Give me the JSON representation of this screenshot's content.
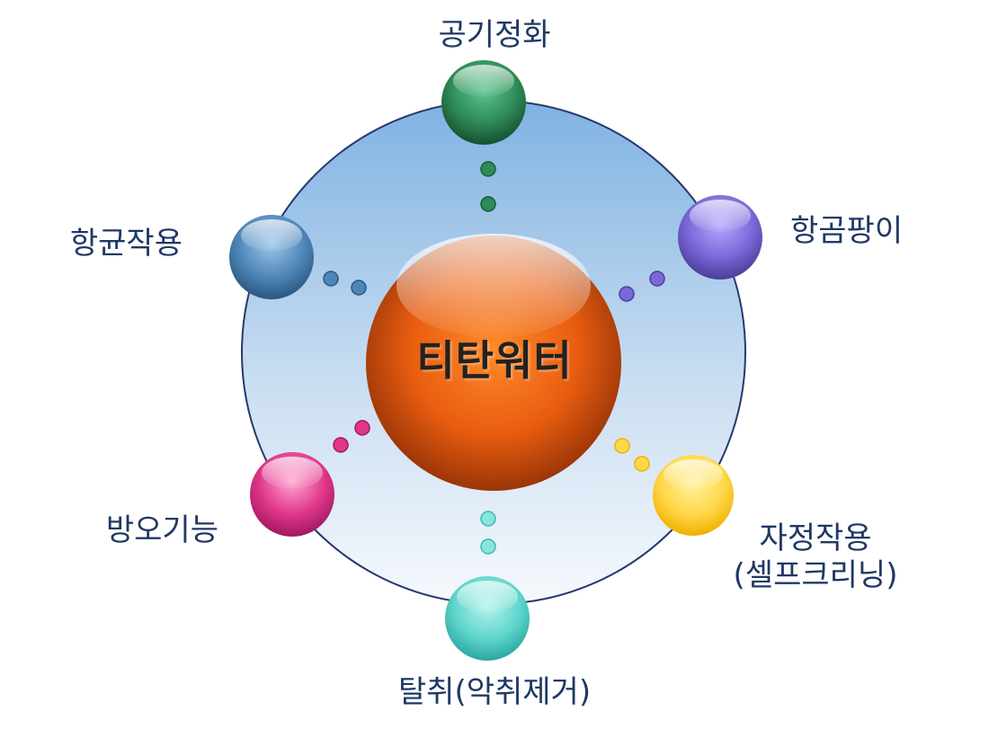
{
  "center": {
    "label": "티탄워터",
    "color": "#e85d10"
  },
  "nodes": [
    {
      "id": "top",
      "label": "공기정화",
      "color": "#2e8b57"
    },
    {
      "id": "upper-right",
      "label": "항곰팡이",
      "color": "#7b68d8"
    },
    {
      "id": "lower-right",
      "label_line1": "자정작용",
      "label_line2": "(셀프크리닝)",
      "color": "#ffc81e"
    },
    {
      "id": "bottom",
      "label": "탈취(악취제거)",
      "color": "#40c8c0"
    },
    {
      "id": "lower-left",
      "label": "방오기능",
      "color": "#e0368a"
    },
    {
      "id": "upper-left",
      "label": "항균작용",
      "color": "#4f86b8"
    }
  ]
}
